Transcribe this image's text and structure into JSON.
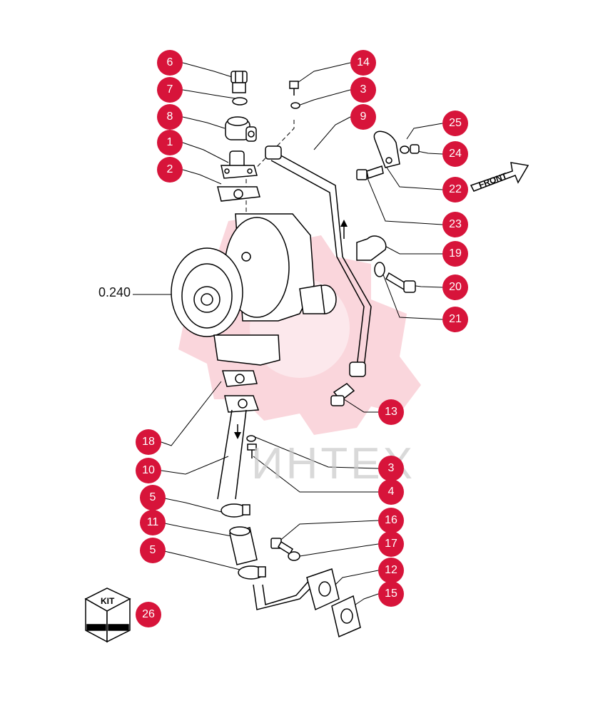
{
  "watermark": {
    "text": "ИНТЕХ",
    "color": "#f6b7c1"
  },
  "reference_label": "0.240",
  "front_label": "FRONT",
  "kit_label": "KIT",
  "accent_color": "#d7143a",
  "callouts": [
    "6",
    "14",
    "7",
    "3",
    "8",
    "9",
    "25",
    "1",
    "24",
    "2",
    "22",
    "23",
    "19",
    "20",
    "21",
    "13",
    "18",
    "3",
    "10",
    "4",
    "5",
    "16",
    "11",
    "17",
    "5",
    "12",
    "15",
    "26"
  ]
}
